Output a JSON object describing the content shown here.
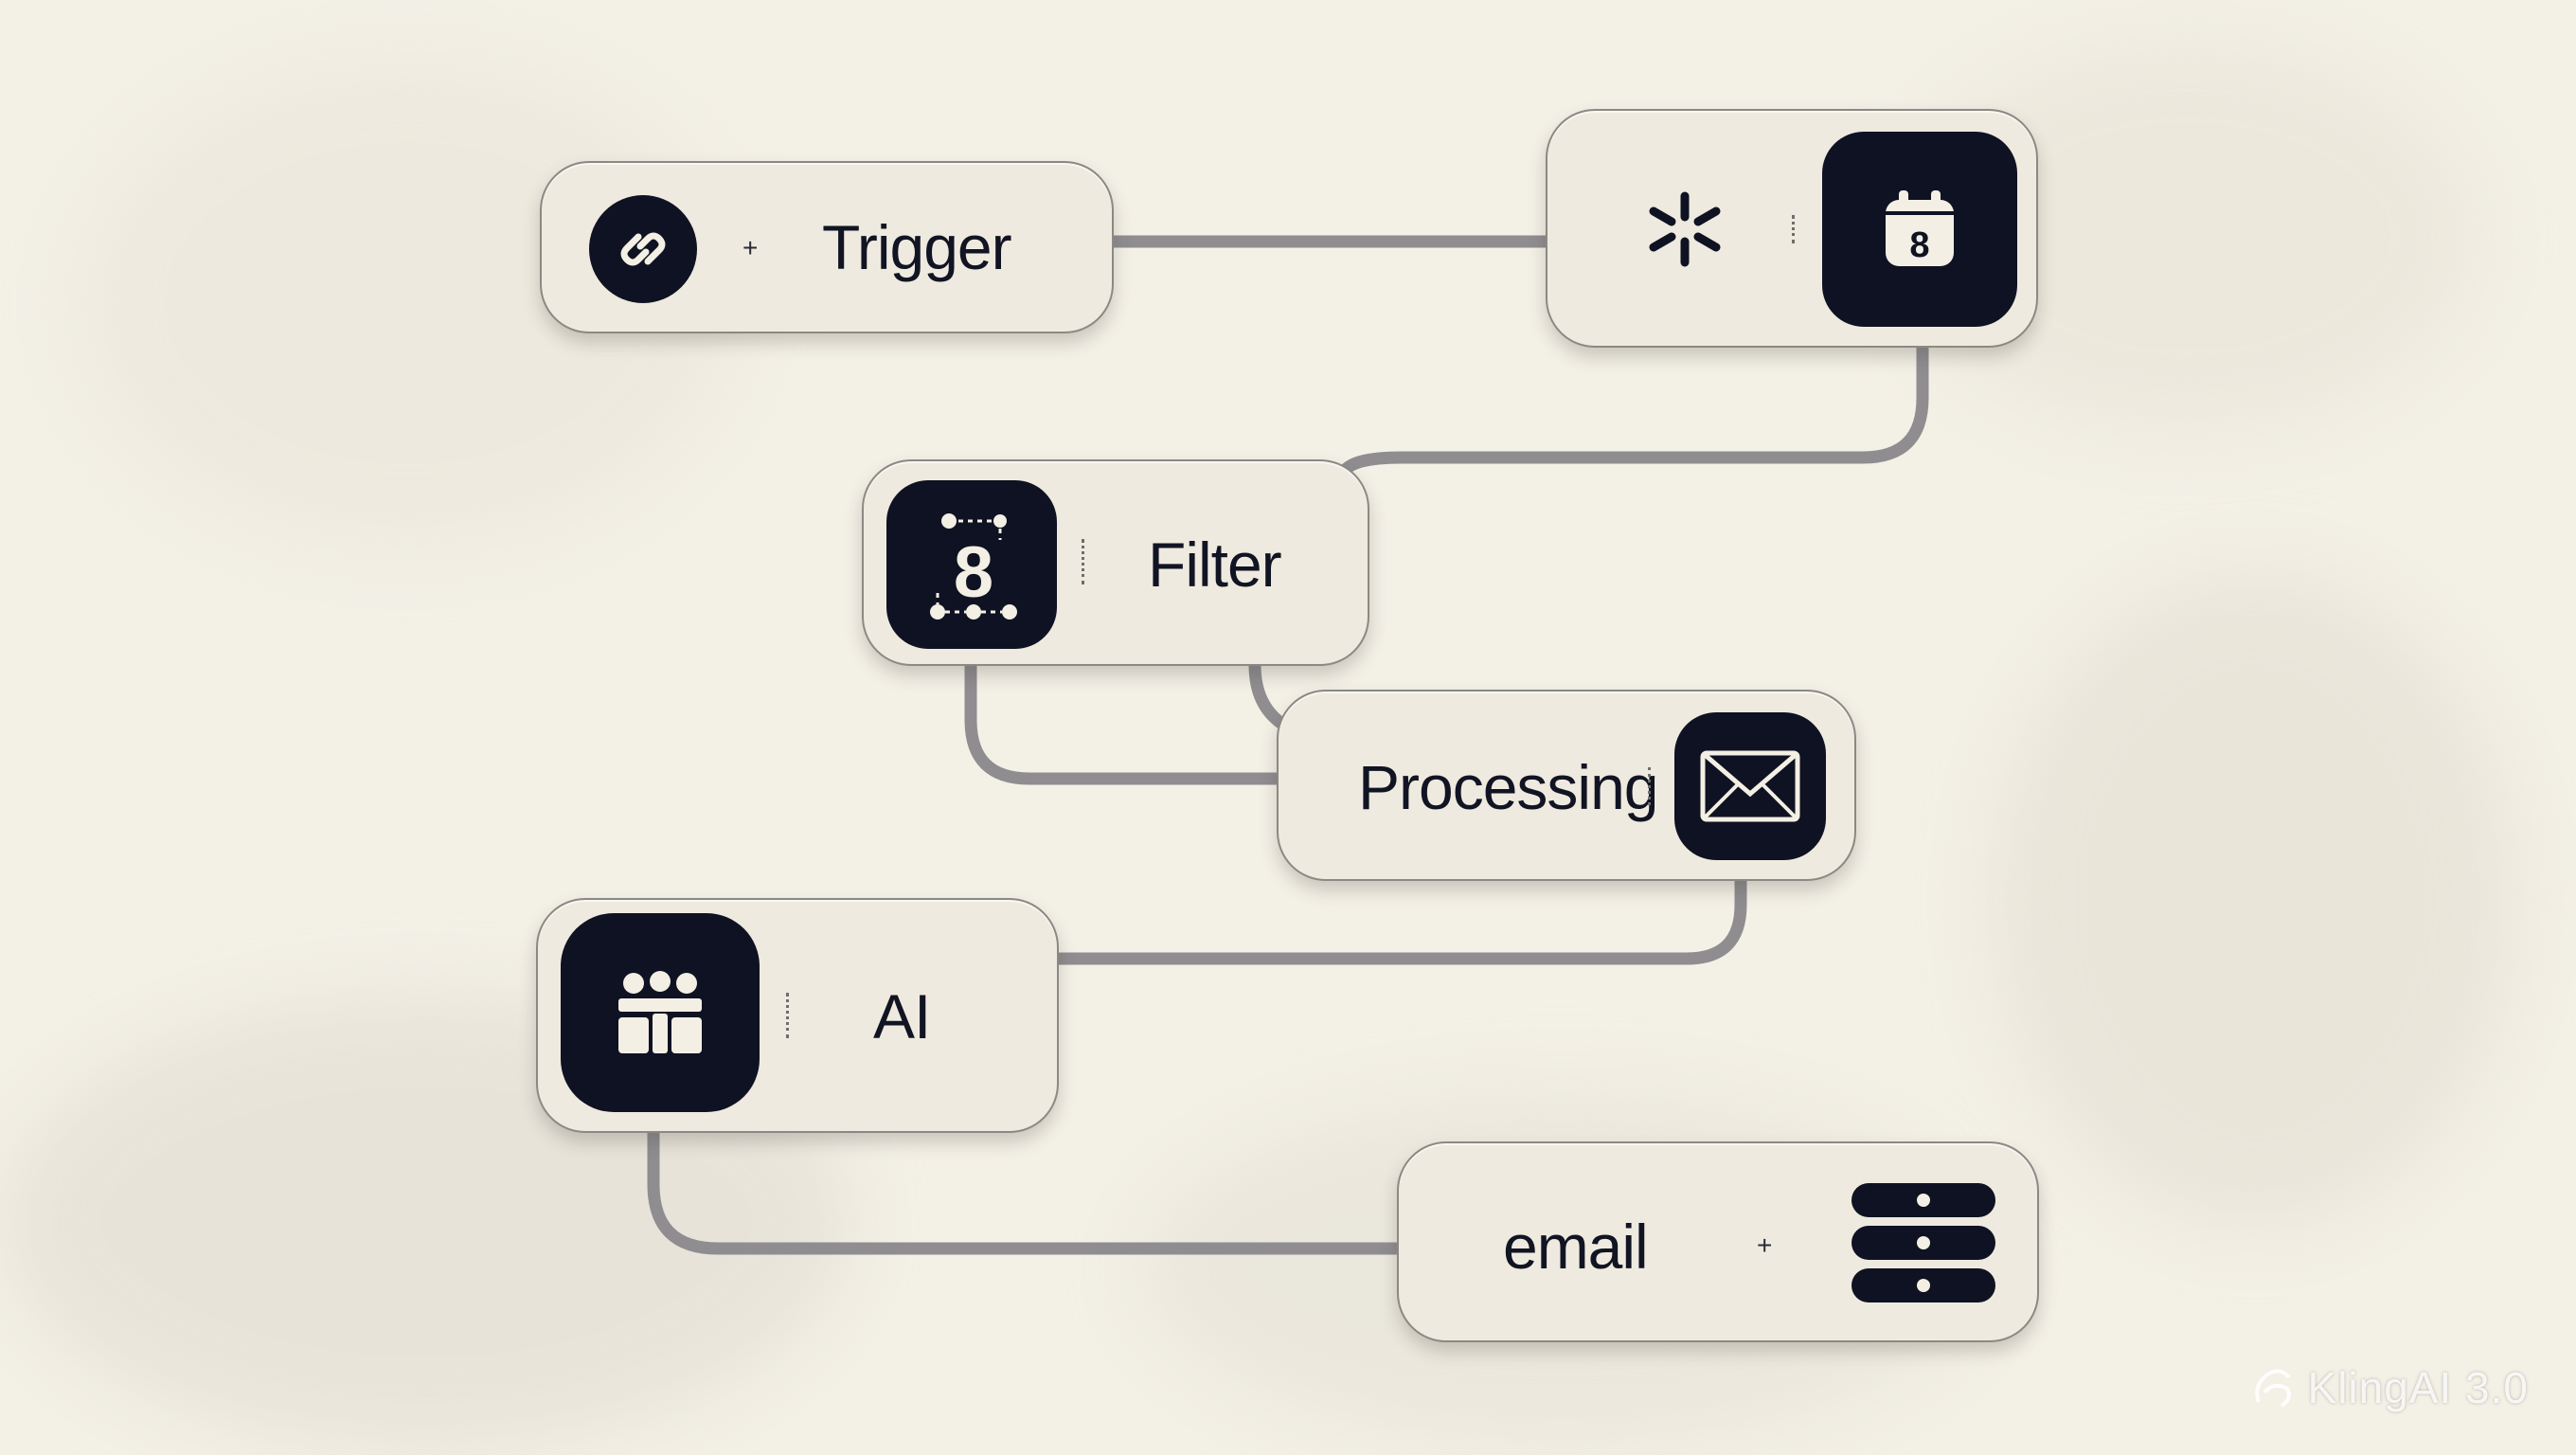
{
  "nodes": {
    "trigger": {
      "label": "Trigger",
      "connector_glyph": "+",
      "icon": "link-icon"
    },
    "schedule": {
      "connector_glyph": "¦",
      "icons": [
        "asterisk-icon",
        "calendar-icon"
      ],
      "calendar_day": "8"
    },
    "filter": {
      "label": "Filter",
      "connector_glyph": "¦",
      "icon": "filter-node-icon",
      "icon_digit": "8"
    },
    "processing": {
      "label": "Processing",
      "connector_glyph": "¦",
      "icon": "envelope-icon"
    },
    "ai": {
      "label": "AI",
      "connector_glyph": "⋮",
      "icon": "team-icon"
    },
    "email": {
      "label": "email",
      "connector_glyph": "+",
      "icon": "database-icon"
    }
  },
  "watermark": {
    "text": "KlingAI 3.0"
  },
  "colors": {
    "background": "#f3f0e6",
    "node_fill": "#efeadf",
    "node_border": "#8c8984",
    "icon_tile": "#0f1222",
    "connector": "#8f8d90",
    "text": "#111423"
  }
}
